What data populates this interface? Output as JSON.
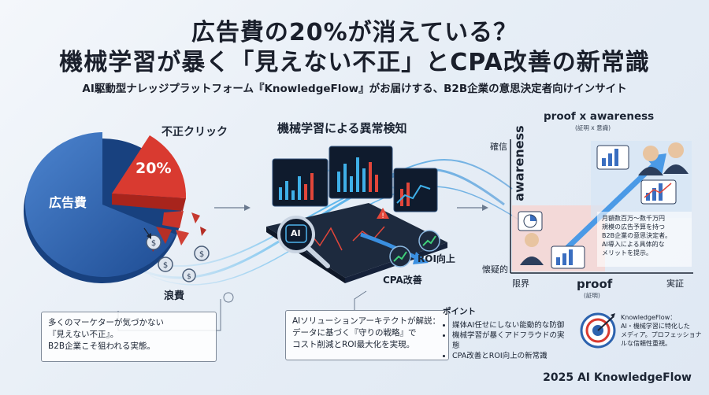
{
  "title_line1": "広告費の20%が消えている？",
  "title_line2": "機械学習が暴く「見えない不正」とCPA改善の新常識",
  "subtitle": "AI駆動型ナレッジプラットフォーム『KnowledgeFlow』がお届けする、B2B企業の意思決定者向けインサイト",
  "pie": {
    "main_label": "広告費",
    "slice_label": "不正クリック",
    "slice_value": "20%",
    "waste_label": "浪費",
    "colors": {
      "main": "#2d63ae",
      "slice": "#d93a30"
    }
  },
  "left_box": {
    "line1": "多くのマーケターが気づかない",
    "line2": "『見えない不正』。",
    "line3": "B2B企業こそ狙われる実態。"
  },
  "middle": {
    "heading": "機械学習による異常検知",
    "ai_label": "AI",
    "roi_label": "ROI向上",
    "cpa_label": "CPA改善",
    "box_line1": "AIソリューションアーキテクトが解説：",
    "box_line2": "データに基づく『守りの戦略』で",
    "box_line3": "コスト削減とROI最大化を実現。"
  },
  "right_chart": {
    "title": "proof x awareness",
    "title_sub": "(証明 x 意識)",
    "y_axis": "awareness",
    "y_top": "確信",
    "y_bottom": "懐疑的",
    "x_axis": "proof",
    "x_axis_sub": "(証明)",
    "x_left": "限界",
    "x_right": "実証",
    "note_line1": "月額数百万〜数千万円",
    "note_line2": "規模の広告予算を持つ",
    "note_line3": "B2B企業の意思決定者。",
    "note_line4": "AI導入による具体的な",
    "note_line5": "メリットを提示。"
  },
  "points": {
    "heading": "ポイント",
    "items": [
      "媒体AI任せにしない能動的な防御",
      "機械学習が暴くアドフラウドの実態",
      "CPA改善とROI向上の新常識"
    ]
  },
  "kf_note": {
    "line1": "KnowledgeFlow：",
    "line2": "AI・機械学習に特化した",
    "line3": "メディア。プロフェッショナ",
    "line4": "ルな信頼性重視。"
  },
  "footer": "2025 AI KnowledgeFlow"
}
